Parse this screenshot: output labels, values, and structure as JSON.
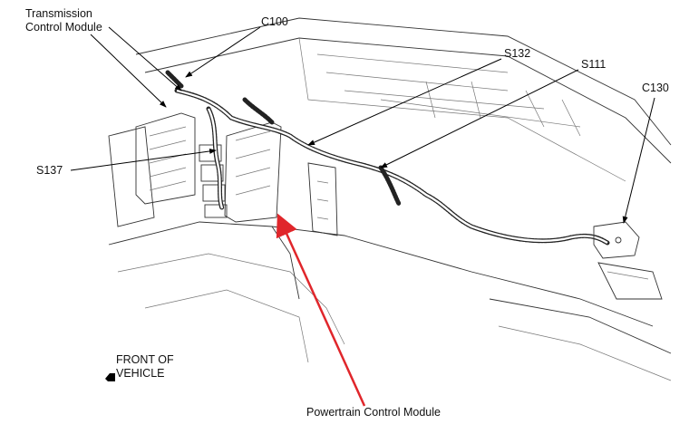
{
  "labels": {
    "tcm_line1": "Transmission",
    "tcm_line2": "Control Module",
    "c100": "C100",
    "s132": "S132",
    "s111": "S111",
    "c130": "C130",
    "s137": "S137",
    "front_line1": "FRONT OF",
    "front_line2": "VEHICLE",
    "pcm": "Powertrain Control Module"
  },
  "colors": {
    "arrow": "#e0262b",
    "lines": "#333333"
  },
  "icons": {
    "front": "front-direction-arrow-icon"
  }
}
